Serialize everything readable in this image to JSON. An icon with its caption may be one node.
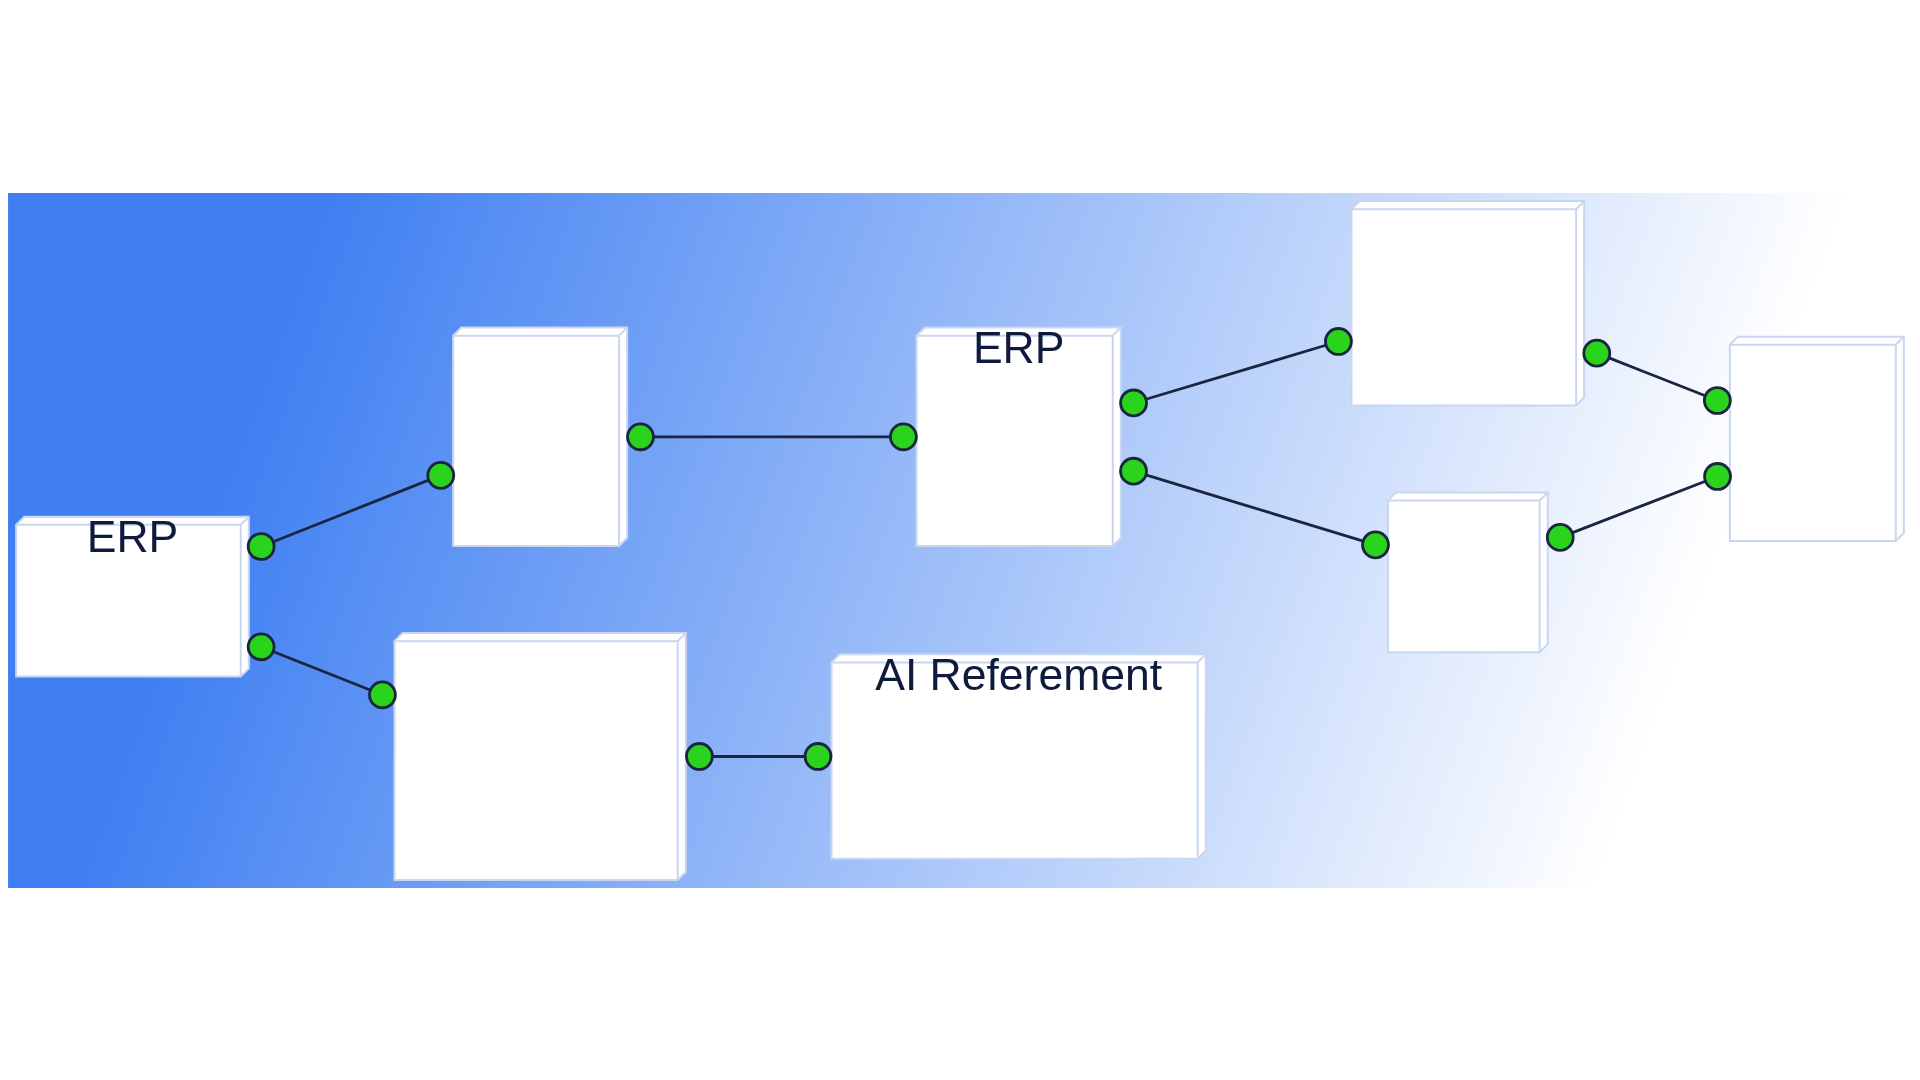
{
  "diagram": {
    "nodes": [
      {
        "text": [
          "ERP"
        ]
      },
      {
        "text": [],
        "shape": "box"
      },
      {
        "text": [
          "ERP"
        ]
      },
      {
        "text": [],
        "shape": "box"
      },
      {
        "text": [],
        "shape": "box"
      },
      {
        "text": [],
        "shape": "box"
      },
      {
        "text": [],
        "shape": "box"
      },
      {
        "text": [
          "AI Referement"
        ]
      }
    ],
    "edges": [
      {
        "from": 0,
        "to": 1,
        "arrow": "other"
      },
      {
        "from": 1,
        "to": 2,
        "arrow": "other"
      },
      {
        "from": 2,
        "to": 3,
        "arrow": "other"
      },
      {
        "from": 2,
        "to": 4,
        "arrow": "other"
      },
      {
        "from": 0,
        "to": 5,
        "arrow": "other"
      },
      {
        "from": 4,
        "to": 6,
        "arrow": "other"
      },
      {
        "from": 3,
        "to": 6,
        "arrow": "other"
      },
      {
        "from": 5,
        "to": 7,
        "arrow": "other"
      }
    ]
  }
}
